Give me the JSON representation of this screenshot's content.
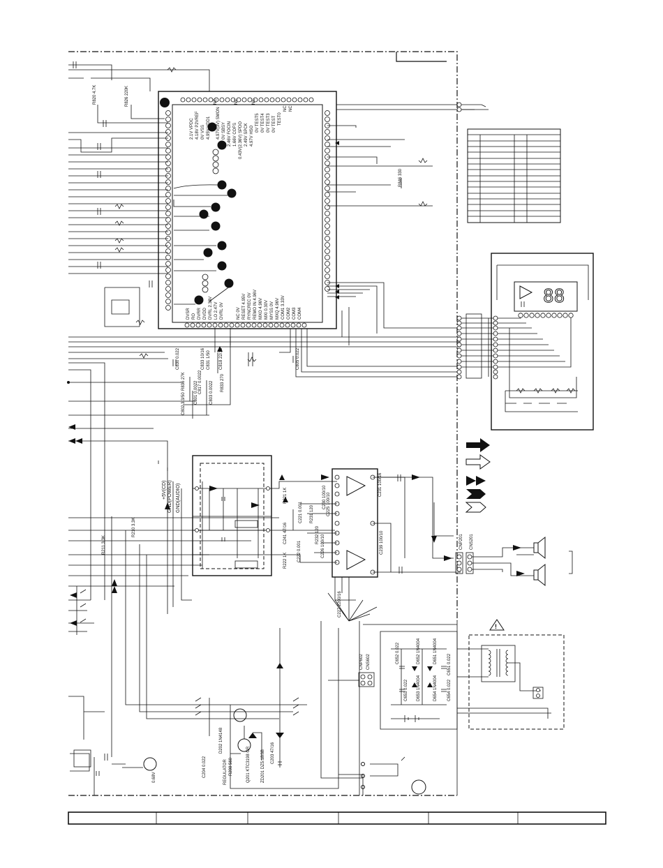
{
  "ic_pin_labels_top": [
    "2.1V VPDC",
    "4.18V P2VREF",
    "0V VSS",
    "4.95V VDD1",
    "4.97V(3V) SMON"
  ],
  "ic_pin_labels_top2": [
    "0V SBSY",
    "2.46V FOCIN",
    "1.66V COFS",
    "0.43V(2.36V) SPDO",
    "2.49V SPCK",
    "4.97V HSO",
    "0V TEST5",
    "0V TEST4",
    "0V TEST3",
    "0V TEST",
    "TEST0"
  ],
  "ic_nc_label": "NC",
  "ic_pin_labels_bottom": [
    "DVSR",
    "RO",
    "DVRR",
    "DVDD",
    "DVRL 2.38V",
    "LO 2.47V",
    "DVRL 0V",
    "NC 0V",
    "RESET 4.95V",
    "RYNCREC 0V",
    "REMO IN 4.96V",
    "MXO 4.96V",
    "MXI 0.30V",
    "MYSS 0V",
    "MXQ 4.96V",
    "COM1 3.33V",
    "COM2",
    "COM3",
    "COM4"
  ],
  "labels_top_left": [
    "R820 4.7K",
    "R826 220K"
  ],
  "labels_mid": [
    "R836 27K",
    "C830 0.022",
    "C833 10/16",
    "C817 0.0022",
    "C831 1/50",
    "C818 22/16",
    "R833 270",
    "C802 3.3/50",
    "C801 0.0022",
    "C803 0.0022",
    "C805 0.022"
  ],
  "resistor_r846": "R846 330",
  "power_labels": [
    "+5V(CD)",
    "GND(POWER)",
    "GND(AUDIO)"
  ],
  "amp_labels": [
    "R221 1K",
    "C221 0.001",
    "C241 47/16",
    "R222 1K",
    "C222 0.001",
    "R231 120",
    "R232 120",
    "C225 100/10",
    "C226 100/10",
    "C231 100/16",
    "C230 100/10",
    "C239 100/10",
    "C227 2200/16"
  ],
  "connector_labels": [
    "CNP201",
    "CNS201",
    "CNP602",
    "CNS602"
  ],
  "power_supply_labels": [
    "C652 0.022",
    "D652 1N4004",
    "D651 1N4004",
    "C651 0.022",
    "C653 0.022",
    "D653 1N4004",
    "D654 1N4004",
    "C654 0.022"
  ],
  "regulator_labels": [
    "R211 3.3K",
    "R210 3.3K",
    "D202 1N4148",
    "R208 560",
    "Q201 KTC3198 GR",
    "ZD201 DZ5.1BSB",
    "C203 47/16",
    "C204 0.022",
    "REGULATOR",
    "0.68V"
  ],
  "display_text": "88",
  "footer_cells": [
    "",
    "",
    "",
    "",
    "",
    ""
  ]
}
